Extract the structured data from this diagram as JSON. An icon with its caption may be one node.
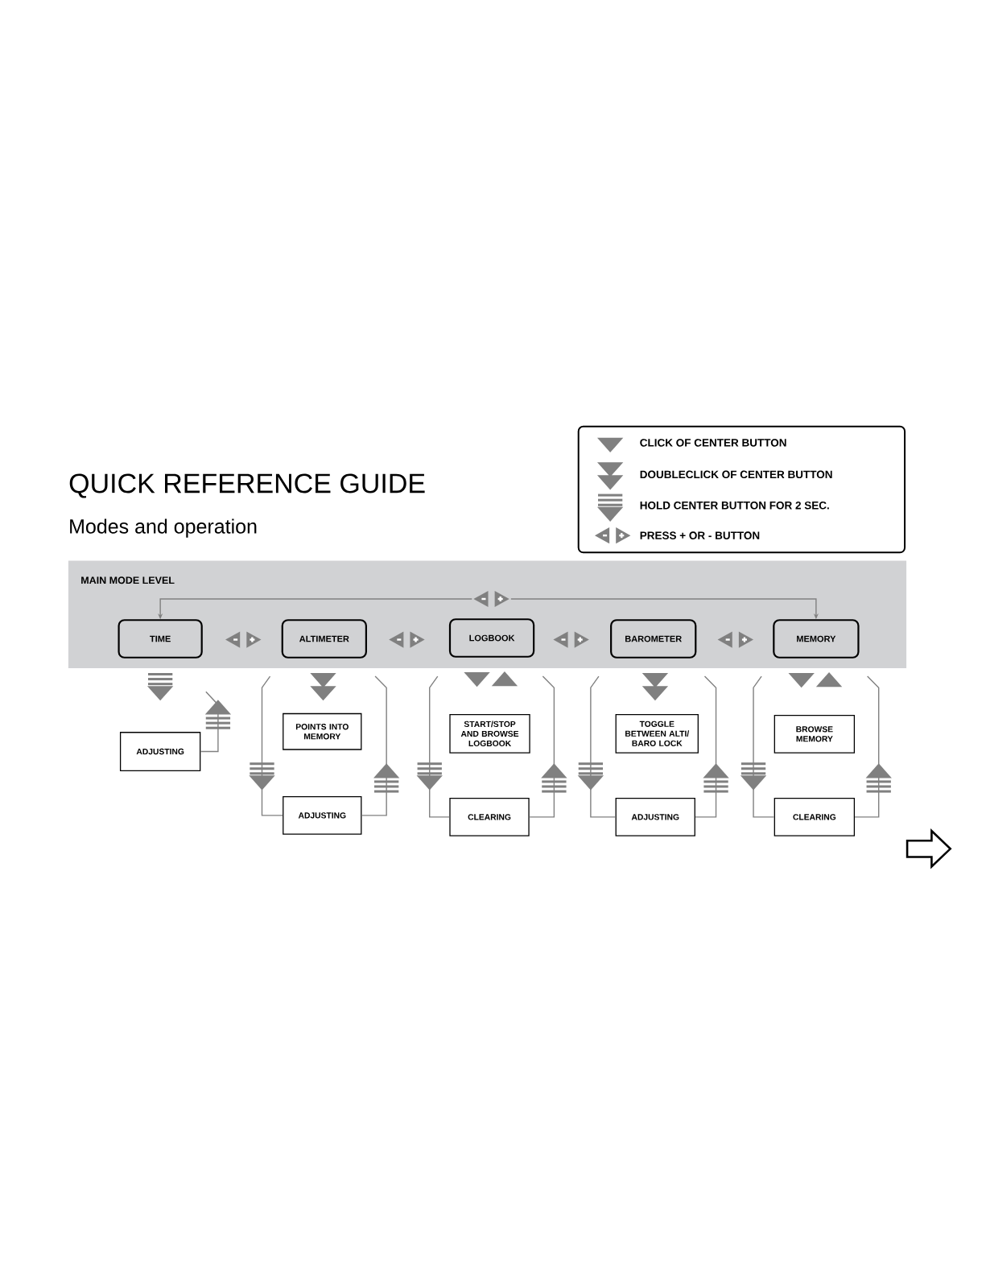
{
  "diagram": {
    "title": "QUICK REFERENCE GUIDE",
    "caption": "Modes and operation",
    "nodes": [
      {
        "text": [
          "MAIN MODE LEVEL"
        ]
      },
      {
        "text": [
          "TIME"
        ],
        "in": 0
      },
      {
        "text": [
          "ALTIMETER"
        ],
        "in": 0
      },
      {
        "text": [
          "LOGBOOK"
        ],
        "in": 0
      },
      {
        "text": [
          "BAROMETER"
        ],
        "in": 0
      },
      {
        "text": [
          "MEMORY"
        ],
        "in": 0
      },
      {
        "text": [
          "ADJUSTING"
        ]
      },
      {
        "text": [
          "POINTS INTO MEMORY"
        ]
      },
      {
        "text": [
          "ADJUSTING"
        ]
      },
      {
        "text": [
          "START/STOP AND BROWSE LOGBOOK"
        ]
      },
      {
        "text": [
          "CLEARING"
        ]
      },
      {
        "text": [
          "TOGGLE BETWEEN ALTI/ BARO LOCK"
        ]
      },
      {
        "text": [
          "ADJUSTING"
        ]
      },
      {
        "text": [
          "BROWSE MEMORY"
        ]
      },
      {
        "text": [
          "CLEARING"
        ]
      }
    ],
    "edges": [
      {
        "from": 1,
        "to": 5,
        "arrow": "both"
      },
      {
        "from": 1,
        "to": 6,
        "arrow": "to"
      },
      {
        "from": 6,
        "to": 1,
        "arrow": "to"
      },
      {
        "from": 2,
        "to": 7,
        "arrow": "to"
      },
      {
        "from": 2,
        "to": 8,
        "arrow": "to"
      },
      {
        "from": 8,
        "to": 2,
        "arrow": "to"
      },
      {
        "from": 3,
        "to": 9,
        "arrow": "to"
      },
      {
        "from": 9,
        "to": 3,
        "arrow": "to"
      },
      {
        "from": 3,
        "to": 10,
        "arrow": "to"
      },
      {
        "from": 10,
        "to": 3,
        "arrow": "to"
      },
      {
        "from": 4,
        "to": 11,
        "arrow": "to"
      },
      {
        "from": 4,
        "to": 12,
        "arrow": "to"
      },
      {
        "from": 12,
        "to": 4,
        "arrow": "to"
      },
      {
        "from": 5,
        "to": 13,
        "arrow": "to"
      },
      {
        "from": 13,
        "to": 5,
        "arrow": "to"
      },
      {
        "from": 5,
        "to": 14,
        "arrow": "to"
      },
      {
        "from": 14,
        "to": 5,
        "arrow": "to"
      }
    ],
    "legend": [
      {
        "text": "CLICK OF CENTER BUTTON"
      },
      {
        "text": "DOUBLECLICK OF CENTER BUTTON"
      },
      {
        "text": "HOLD CENTER BUTTON FOR 2 SEC."
      },
      {
        "text": "PRESS + OR - BUTTON"
      }
    ]
  }
}
